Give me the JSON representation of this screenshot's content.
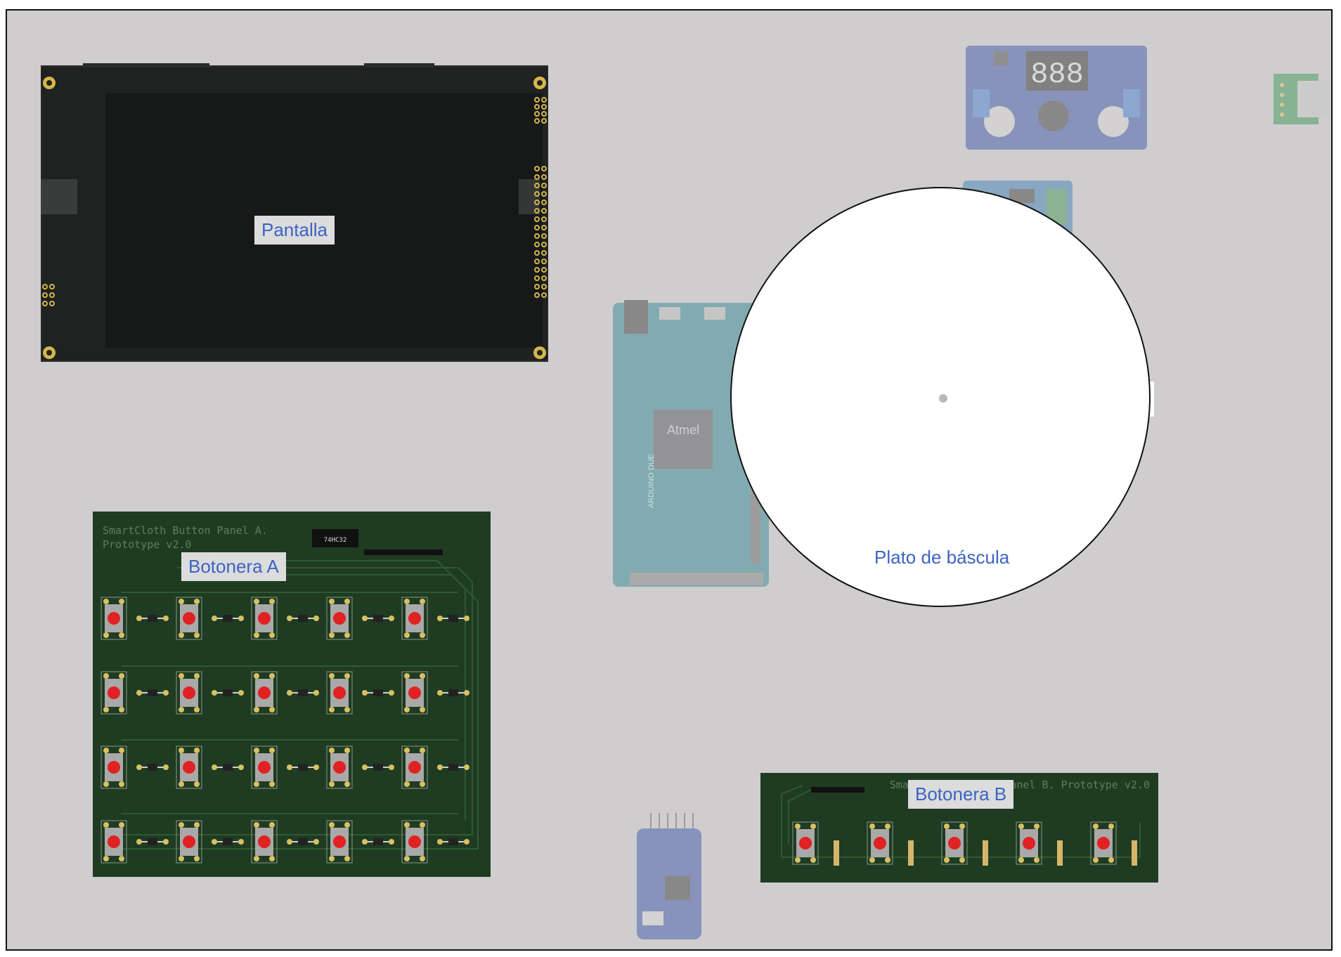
{
  "labels": {
    "pantalla": "Pantalla",
    "botonera_a": "Botonera A",
    "botonera_b": "Botonera B",
    "plato": "Plato de báscula"
  },
  "silkscreen": {
    "panel_a_line1": "SmartCloth Button Panel A.",
    "panel_a_line2": "Prototype v2.0",
    "panel_b": "SmartCloth Button Panel B. Prototype v2.0",
    "ic_a": "74HC32"
  },
  "modules": {
    "stepdown_display": "888",
    "arduino_brand": "Atmel",
    "arduino_model": "ARDUINO DUE"
  },
  "colors": {
    "canvas": "#cfcdce",
    "label_text": "#3d63c4",
    "label_bg": "#dcdcdc",
    "pcb": "#1f3b22",
    "button": "#e02222",
    "screen": "#181919"
  }
}
